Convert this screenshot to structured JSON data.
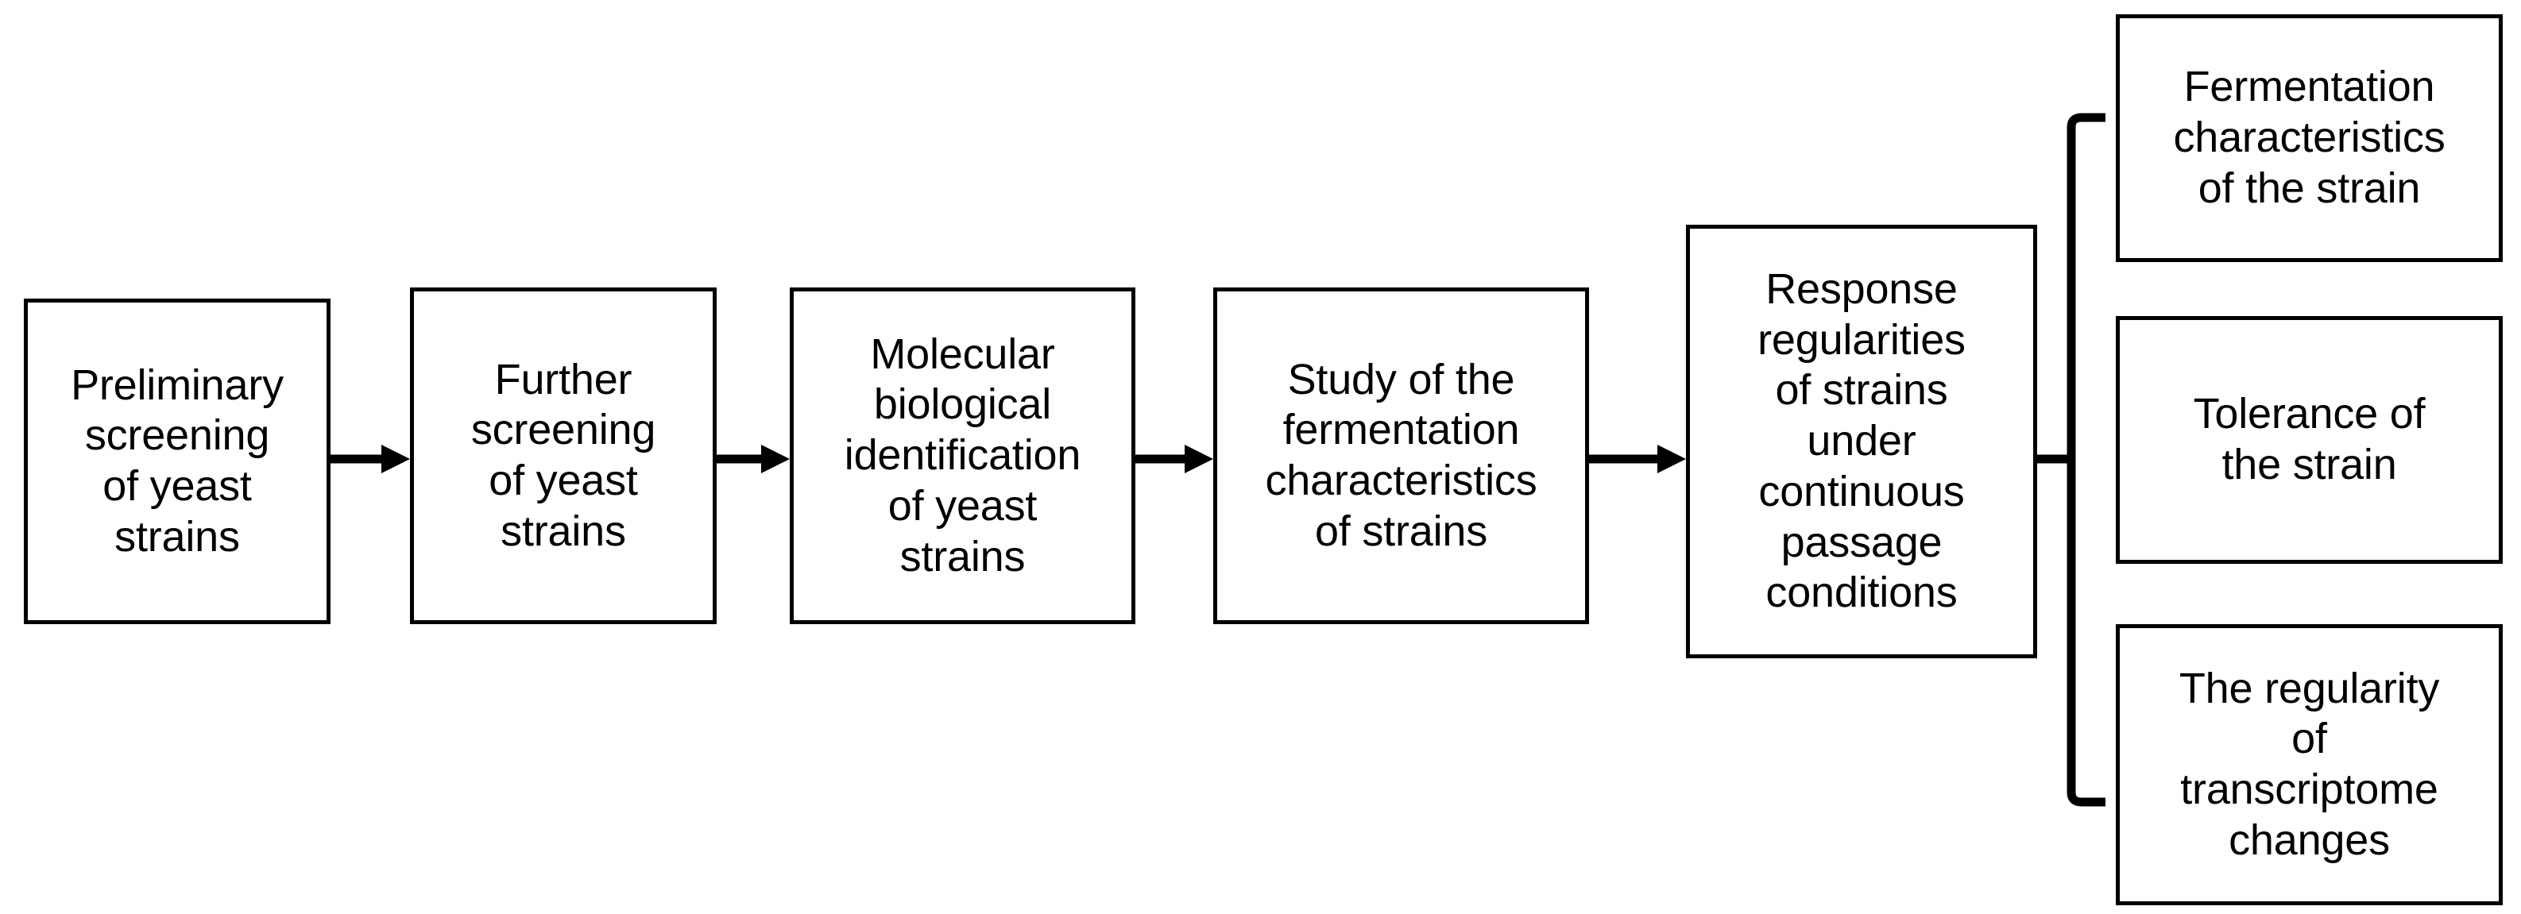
{
  "diagram": {
    "type": "flowchart",
    "orientation": "left-to-right",
    "background_color": "#ffffff",
    "stroke_color": "#000000",
    "text_color": "#000000",
    "process_nodes": [
      {
        "id": "node-0",
        "label": "Preliminary\nscreening\nof yeast\nstrains"
      },
      {
        "id": "node-1",
        "label": "Further\nscreening\nof yeast\nstrains"
      },
      {
        "id": "node-2",
        "label": "Molecular\nbiological\nidentification\nof yeast\nstrains"
      },
      {
        "id": "node-3",
        "label": "Study of the\nfermentation\ncharacteristics\nof strains"
      },
      {
        "id": "node-4",
        "label": "Response\nregularities\nof strains\nunder\ncontinuous\npassage\nconditions"
      }
    ],
    "outcome_nodes": [
      {
        "id": "out-0",
        "label": "Fermentation\ncharacteristics\nof the strain"
      },
      {
        "id": "out-1",
        "label": "Tolerance of\nthe strain"
      },
      {
        "id": "out-2",
        "label": "The regularity\nof\ntranscriptome\nchanges"
      }
    ],
    "connectors": [
      {
        "from": "node-0",
        "to": "node-1",
        "style": "arrow"
      },
      {
        "from": "node-1",
        "to": "node-2",
        "style": "arrow"
      },
      {
        "from": "node-2",
        "to": "node-3",
        "style": "arrow"
      },
      {
        "from": "node-3",
        "to": "node-4",
        "style": "arrow"
      },
      {
        "from": "node-4",
        "to": [
          "out-0",
          "out-1",
          "out-2"
        ],
        "style": "bracket"
      }
    ]
  }
}
